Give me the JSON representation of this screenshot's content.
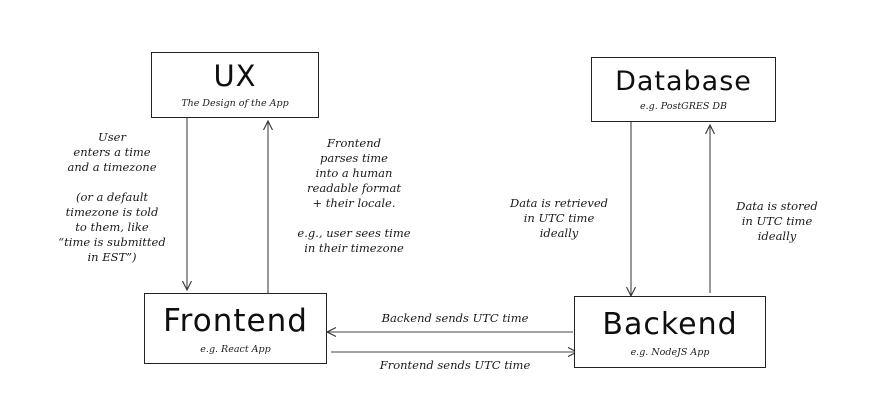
{
  "nodes": {
    "ux": {
      "title": "UX",
      "subtitle": "The Design of the App"
    },
    "database": {
      "title": "Database",
      "subtitle": "e.g. PostGRES DB"
    },
    "frontend": {
      "title": "Frontend",
      "subtitle": "e.g. React App"
    },
    "backend": {
      "title": "Backend",
      "subtitle": "e.g. NodeJS App"
    }
  },
  "notes": {
    "user_input": [
      "User",
      "enters a time",
      "and a timezone",
      "",
      "(or a default",
      "timezone is told",
      "to them, like",
      "“time is submitted",
      "in EST”)"
    ],
    "frontend_parse": [
      "Frontend",
      "parses time",
      "into a human",
      "readable format",
      "+ their locale.",
      "",
      "e.g., user sees time",
      "in their timezone"
    ],
    "data_retrieved": [
      "Data is retrieved",
      "in UTC time",
      "ideally"
    ],
    "data_stored": [
      "Data is stored",
      "in UTC time",
      "ideally"
    ],
    "backend_sends": "Backend sends UTC time",
    "frontend_sends": "Frontend sends UTC time"
  },
  "colors": {
    "ink": "#222222",
    "background": "#ffffff"
  }
}
